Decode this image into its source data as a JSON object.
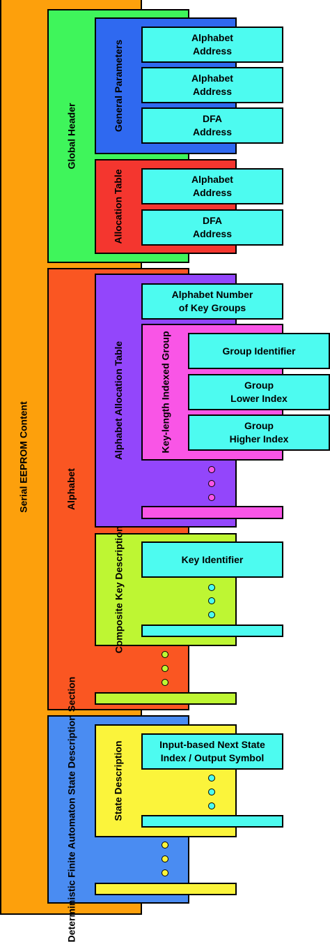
{
  "colors": {
    "eeprom": "#fda00c",
    "global_header": "#3ff55b",
    "general_params": "#2f69f0",
    "allocation_table": "#f4362f",
    "alphabet": "#fa5622",
    "alphabet_alloc": "#9346fb",
    "key_length_group": "#f955e6",
    "composite_key": "#bef633",
    "dfa_section": "#4a8cf2",
    "state_desc": "#fbf43b",
    "cell": "#4dfbf0"
  },
  "eeprom": {
    "label": "Serial EEPROM Content"
  },
  "global_header": {
    "label": "Global Header",
    "general_parameters": {
      "label": "General\nParameters",
      "cells": [
        "Alphabet\nAddress",
        "Alphabet\nAddress",
        "DFA\nAddress"
      ]
    },
    "allocation_table": {
      "label": "Allocation\nTable",
      "cells": [
        "Alphabet\nAddress",
        "DFA\nAddress"
      ]
    }
  },
  "alphabet": {
    "label": "Alphabet",
    "allocation_table": {
      "label": "Alphabet Allocation Table",
      "number_of_key_groups": "Alphabet Number\nof Key Groups",
      "group": {
        "label": "Key-length Indexed\nGroup",
        "cells": [
          "Group Identifier",
          "Group\nLower Index",
          "Group\nHigher Index"
        ]
      }
    },
    "composite_key": {
      "label": "Composite Key\nDescription",
      "key_identifier": "Key Identifier"
    }
  },
  "dfa": {
    "label": "Deterministic Finite Automaton\nState Description Section",
    "state_description": {
      "label": "State\nDescription",
      "cell": "Input-based Next State\nIndex / Output Symbol"
    }
  }
}
